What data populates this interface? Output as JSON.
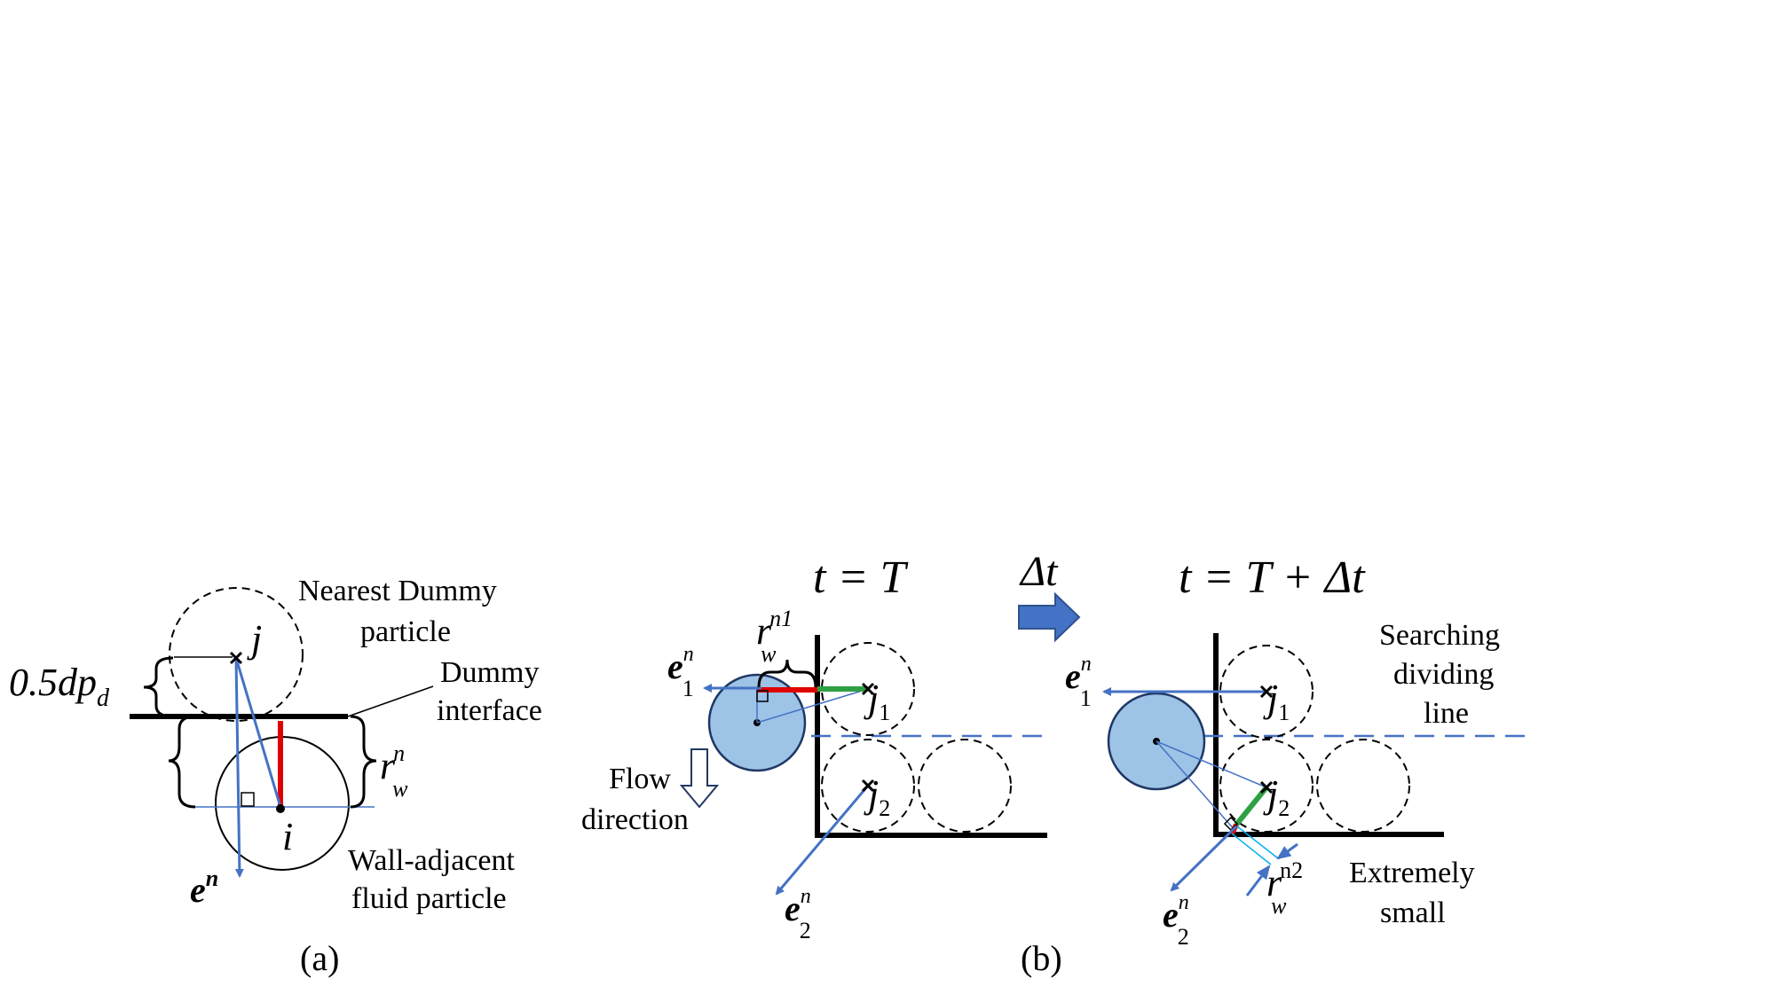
{
  "panel_a": {
    "caption": "(a)",
    "offset_label": "0.5dp",
    "offset_sub": "d",
    "j_label": "j",
    "i_label": "i",
    "nearest_line1": "Nearest Dummy",
    "nearest_line2": "particle",
    "interface_line1": "Dummy",
    "interface_line2": "interface",
    "wall_line1": "Wall-adjacent",
    "wall_line2": "fluid particle",
    "r_main": "r",
    "r_sup": "n",
    "r_sub": "w",
    "e_main": "e",
    "e_sup": "n"
  },
  "panel_b": {
    "caption": "(b)",
    "t_left": "t = T",
    "t_right": "t = T + Δt",
    "delta_t": "Δt",
    "flow_line1": "Flow",
    "flow_line2": "direction",
    "search_line1": "Searching",
    "search_line2": "dividing",
    "search_line3": "line",
    "small_line1": "Extremely",
    "small_line2": "small",
    "j_main": "j",
    "j1_sub": "1",
    "j2_sub": "2",
    "e_main": "e",
    "e_sup": "n",
    "e1_sub": "1",
    "e2_sub": "2",
    "r_main": "r",
    "r_sub": "w",
    "rn1_sup": "n1",
    "rn2_sup": "n2"
  },
  "colors": {
    "vector_blue": "#4472C4",
    "fluid_fill": "#9DC3E6",
    "fluid_stroke": "#1F3864",
    "red_segment": "#E00000",
    "green_segment": "#2EA043",
    "arrow_fill": "#4472C4",
    "cyan_line": "#00B0F0"
  }
}
